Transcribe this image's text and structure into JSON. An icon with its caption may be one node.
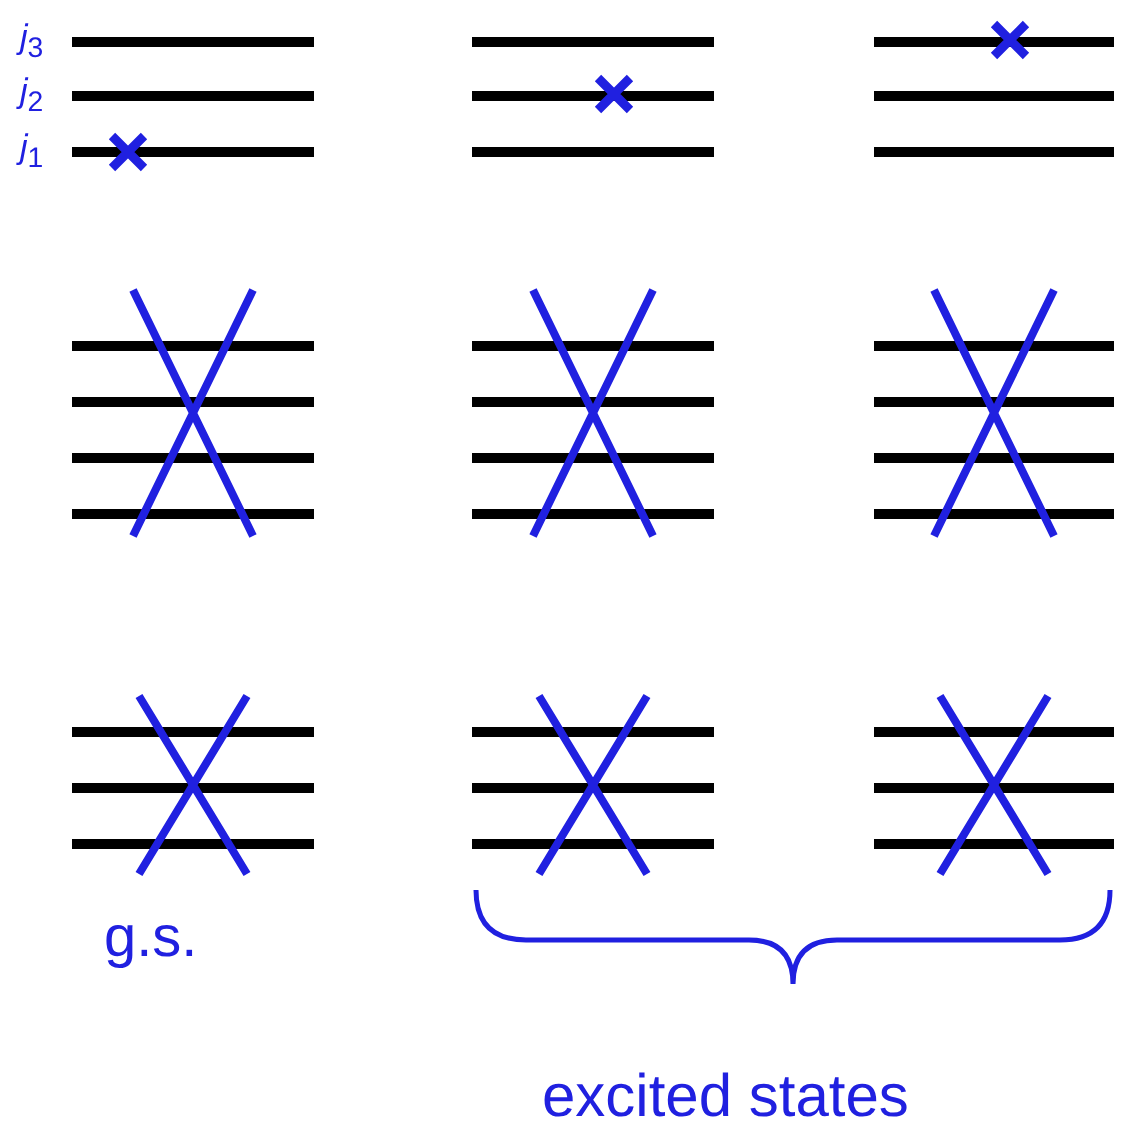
{
  "diagram": {
    "labels": [
      "*j*$_{3}$",
      "*j*$_{2}$",
      "*j*$_{1}$",
      "g.s.",
      "excited states"
    ]
  }
}
